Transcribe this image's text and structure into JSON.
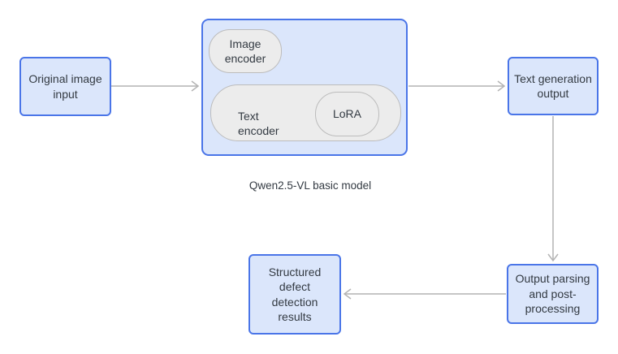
{
  "diagram": {
    "nodes": {
      "original_input": "Original image\ninput",
      "image_encoder": "Image\nencoder",
      "text_encoder": "Text\nencoder",
      "lora": "LoRA",
      "text_generation": "Text generation\noutput",
      "output_parsing": "Output parsing\nand post-\nprocessing",
      "structured_results": "Structured\ndefect\ndetection\nresults"
    },
    "caption": "Qwen2.5-VL basic model",
    "colors": {
      "node_fill": "#dbe6fb",
      "node_border": "#4a75e8",
      "inner_shape_fill": "#ececec",
      "inner_shape_border": "#bcbcbc",
      "arrow": "#b4b4b4",
      "text": "#333a42",
      "background": "#ffffff"
    }
  }
}
